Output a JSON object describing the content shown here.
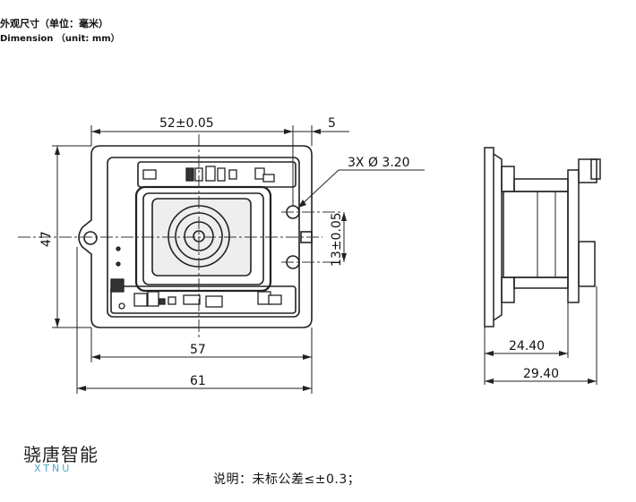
{
  "header": {
    "title_cn": "外观尺寸（单位：毫米）",
    "title_en": "Dimension （unit: mm）"
  },
  "drawing": {
    "dim_width_holes": "52±0.05",
    "dim_offset": "5",
    "dim_holes": "3X Ø 3.20",
    "dim_height": "47",
    "dim_hole_spacing": "13±0.05",
    "dim_width_inner": "57",
    "dim_width_outer": "61",
    "dim_depth_inner": "24.40",
    "dim_depth_outer": "29.40"
  },
  "brand": {
    "name_cn": "骁唐智能",
    "name_en": "XTNU"
  },
  "note": "说明：未标公差≤±0.3；"
}
